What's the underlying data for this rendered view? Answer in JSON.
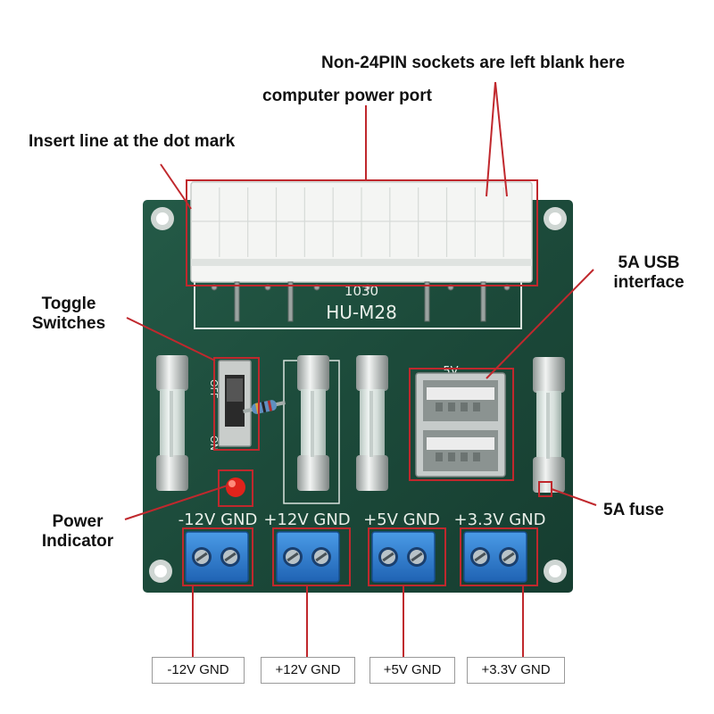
{
  "callouts": {
    "non24pin": "Non-24PIN sockets are left blank here",
    "power_port": "computer power port",
    "dot_mark": "Insert line at the dot mark",
    "toggle_switches": "Toggle\nSwitches",
    "usb": "5A USB\ninterface",
    "power_indicator": "Power\nIndicator",
    "fuse": "5A fuse"
  },
  "board": {
    "code": "1030",
    "model": "HU-M28",
    "switch_off": "OFF",
    "switch_on": "ON",
    "usb_silk": "5V",
    "silk_labels": [
      "-12V GND",
      "+12V GND",
      "+5V GND",
      "+3.3V GND"
    ]
  },
  "terminals": [
    {
      "label": "-12V GND"
    },
    {
      "label": "+12V GND"
    },
    {
      "label": "+5V GND"
    },
    {
      "label": "+3.3V GND"
    }
  ],
  "colors": {
    "pcb": "#1d4a3a",
    "annotation": "#c0282d",
    "terminal": "#2f7fd0",
    "led": "#e0231b"
  }
}
